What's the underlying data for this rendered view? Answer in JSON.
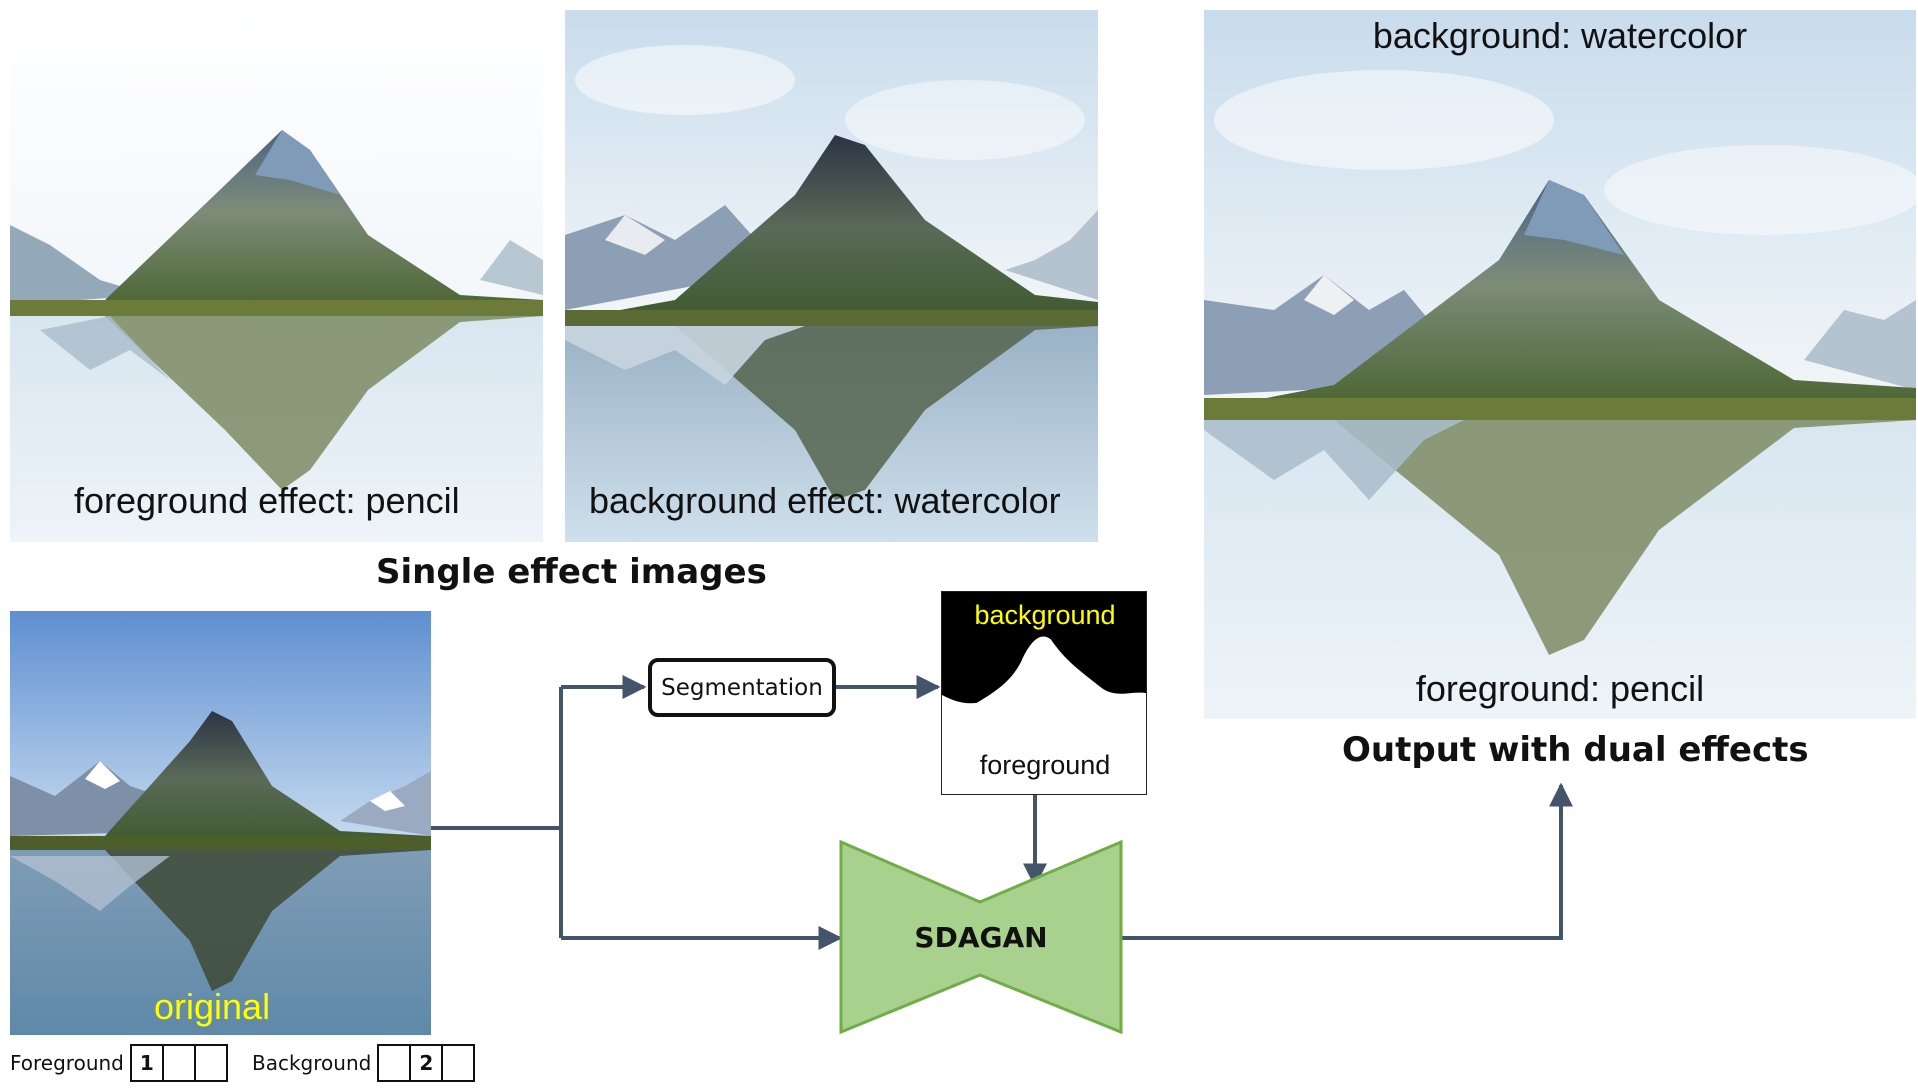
{
  "panels": {
    "pencil": {
      "caption": "foreground effect: pencil"
    },
    "watercolor": {
      "caption": "background effect: watercolor"
    },
    "dual": {
      "top_caption": "background: watercolor",
      "bottom_caption": "foreground: pencil"
    },
    "original": {
      "caption": "original"
    },
    "segmentation_map": {
      "top_label": "background",
      "bottom_label": "foreground"
    }
  },
  "headings": {
    "single": "Single effect images",
    "output": "Output with dual effects"
  },
  "nodes": {
    "segmentation": "Segmentation",
    "sdagan": "SDAGAN"
  },
  "legend": {
    "foreground": {
      "label": "Foreground",
      "cells": [
        "1",
        "",
        ""
      ]
    },
    "background": {
      "label": "Background",
      "cells": [
        "",
        "2",
        ""
      ]
    }
  },
  "colors": {
    "arrow": "#44546a",
    "sdagan_fill": "#a9d18e",
    "sdagan_stroke": "#70ad47",
    "label_yellow": "#ffff00"
  }
}
